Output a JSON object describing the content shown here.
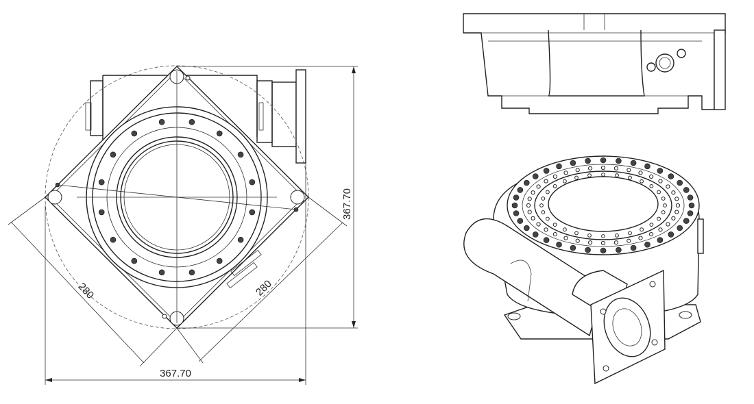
{
  "dimensions": {
    "bottom_width": "367.70",
    "right_height": "367.70",
    "diag_left": "280",
    "diag_right": "280"
  }
}
